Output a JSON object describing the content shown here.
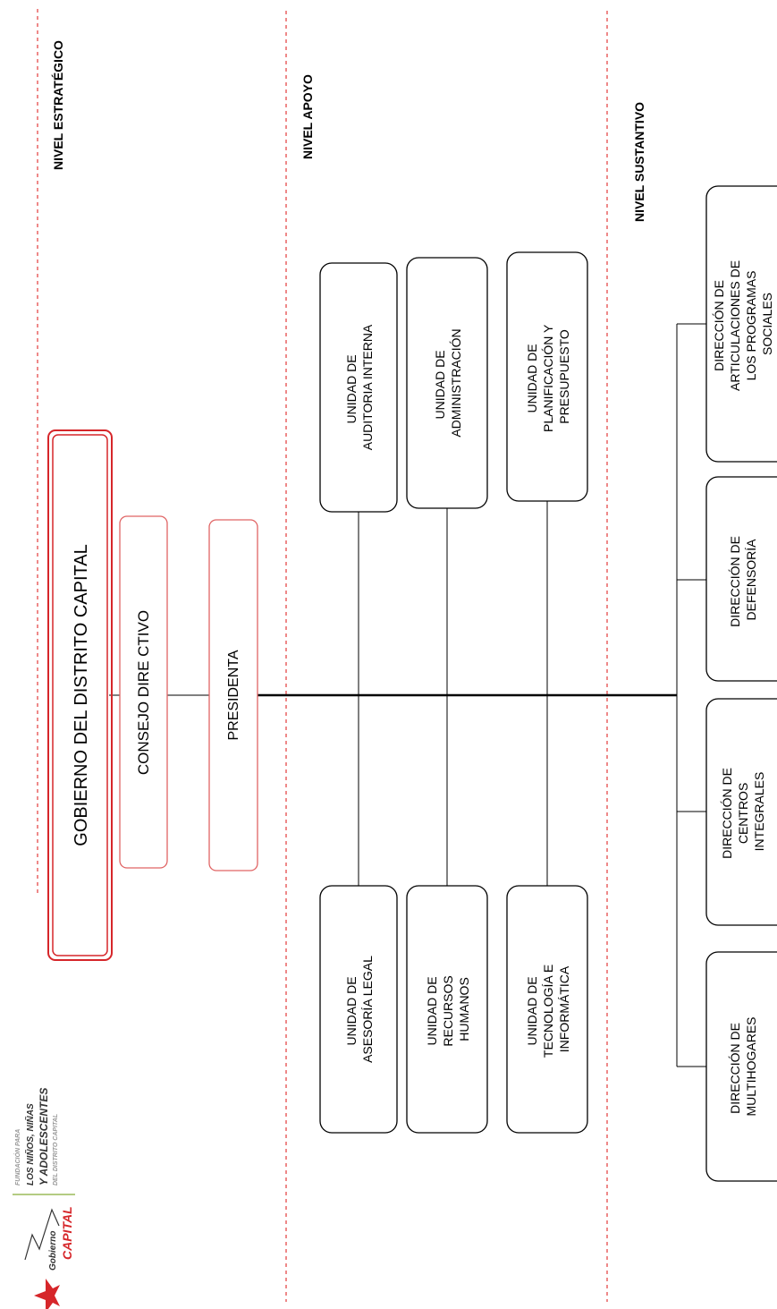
{
  "levels": {
    "estrategico": "NIVEL ESTRATÉGICO",
    "apoyo": "NIVEL APOYO",
    "sustantivo": "NIVEL SUSTANTIVO"
  },
  "top": {
    "gobierno": "GOBIERNO DEL DISTRITO CAPITAL",
    "consejo": "CONSEJO DIRE CTIVO",
    "presidenta": "PRESIDENTA"
  },
  "units": {
    "auditoria": [
      "UNIDAD DE",
      "AUDITORIA INTERNA"
    ],
    "administracion": [
      "UNIDAD DE",
      "ADMINISTRACIÓN"
    ],
    "planificacion": [
      "UNIDAD DE",
      "PLANIFICACIÓN Y",
      "PRESUPUESTO"
    ],
    "legal": [
      "UNIDAD DE",
      "ASESORÍA LEGAL"
    ],
    "rrhh": [
      "UNIDAD DE",
      "RECURSOS",
      "HUMANOS"
    ],
    "tecnologia": [
      "UNIDAD DE",
      "TECNOLOGÍA E",
      "INFORMÁTICA"
    ]
  },
  "directions": {
    "articulaciones": [
      "DIRECCIÓN DE",
      "ARTICULACIONES DE",
      "LOS PROGRAMAS",
      "SOCIALES"
    ],
    "defensoria": [
      "DIRECCIÓN DE",
      "DEFENSORÍA"
    ],
    "centros": [
      "DIRECCIÓN DE",
      "CENTROS",
      "INTEGRALES"
    ],
    "multihogares": [
      "DIRECCIÓN DE",
      "MULTIHOGARES"
    ]
  },
  "logo": {
    "gobierno": "Gobierno",
    "capital": "CAPITAL",
    "line1": "FUNDACIÓN PARA",
    "line2": "LOS NIÑOS, NIÑAS",
    "line3": "Y ADOLESCENTES",
    "line4": "DEL DISTRITO CAPITAL"
  },
  "colors": {
    "red": "#d6262a",
    "line": "#000000",
    "box": "#000000"
  }
}
